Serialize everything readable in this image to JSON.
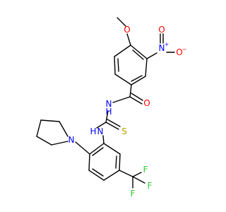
{
  "molecule": {
    "colors": {
      "oxygen": "#ff0000",
      "nitrogen": "#0000ff",
      "sulfur": "#b5a000",
      "fluorine": "#33cc33",
      "carbon": "#000000"
    },
    "atoms": {
      "methoxy_o": "O",
      "nitro_n": "N",
      "nitro_n_charge": "+",
      "nitro_o_minus": "O",
      "nitro_o_minus_charge": "−",
      "nitro_o_double": "O",
      "amide_nh": "N",
      "amide_nh_h": "H",
      "amide_o": "O",
      "thio_s": "S",
      "thio_nh": "N",
      "thio_nh_h": "H",
      "pyrrolidine_n": "N",
      "cf3_f1": "F",
      "cf3_f2": "F",
      "cf3_f3": "F"
    }
  }
}
